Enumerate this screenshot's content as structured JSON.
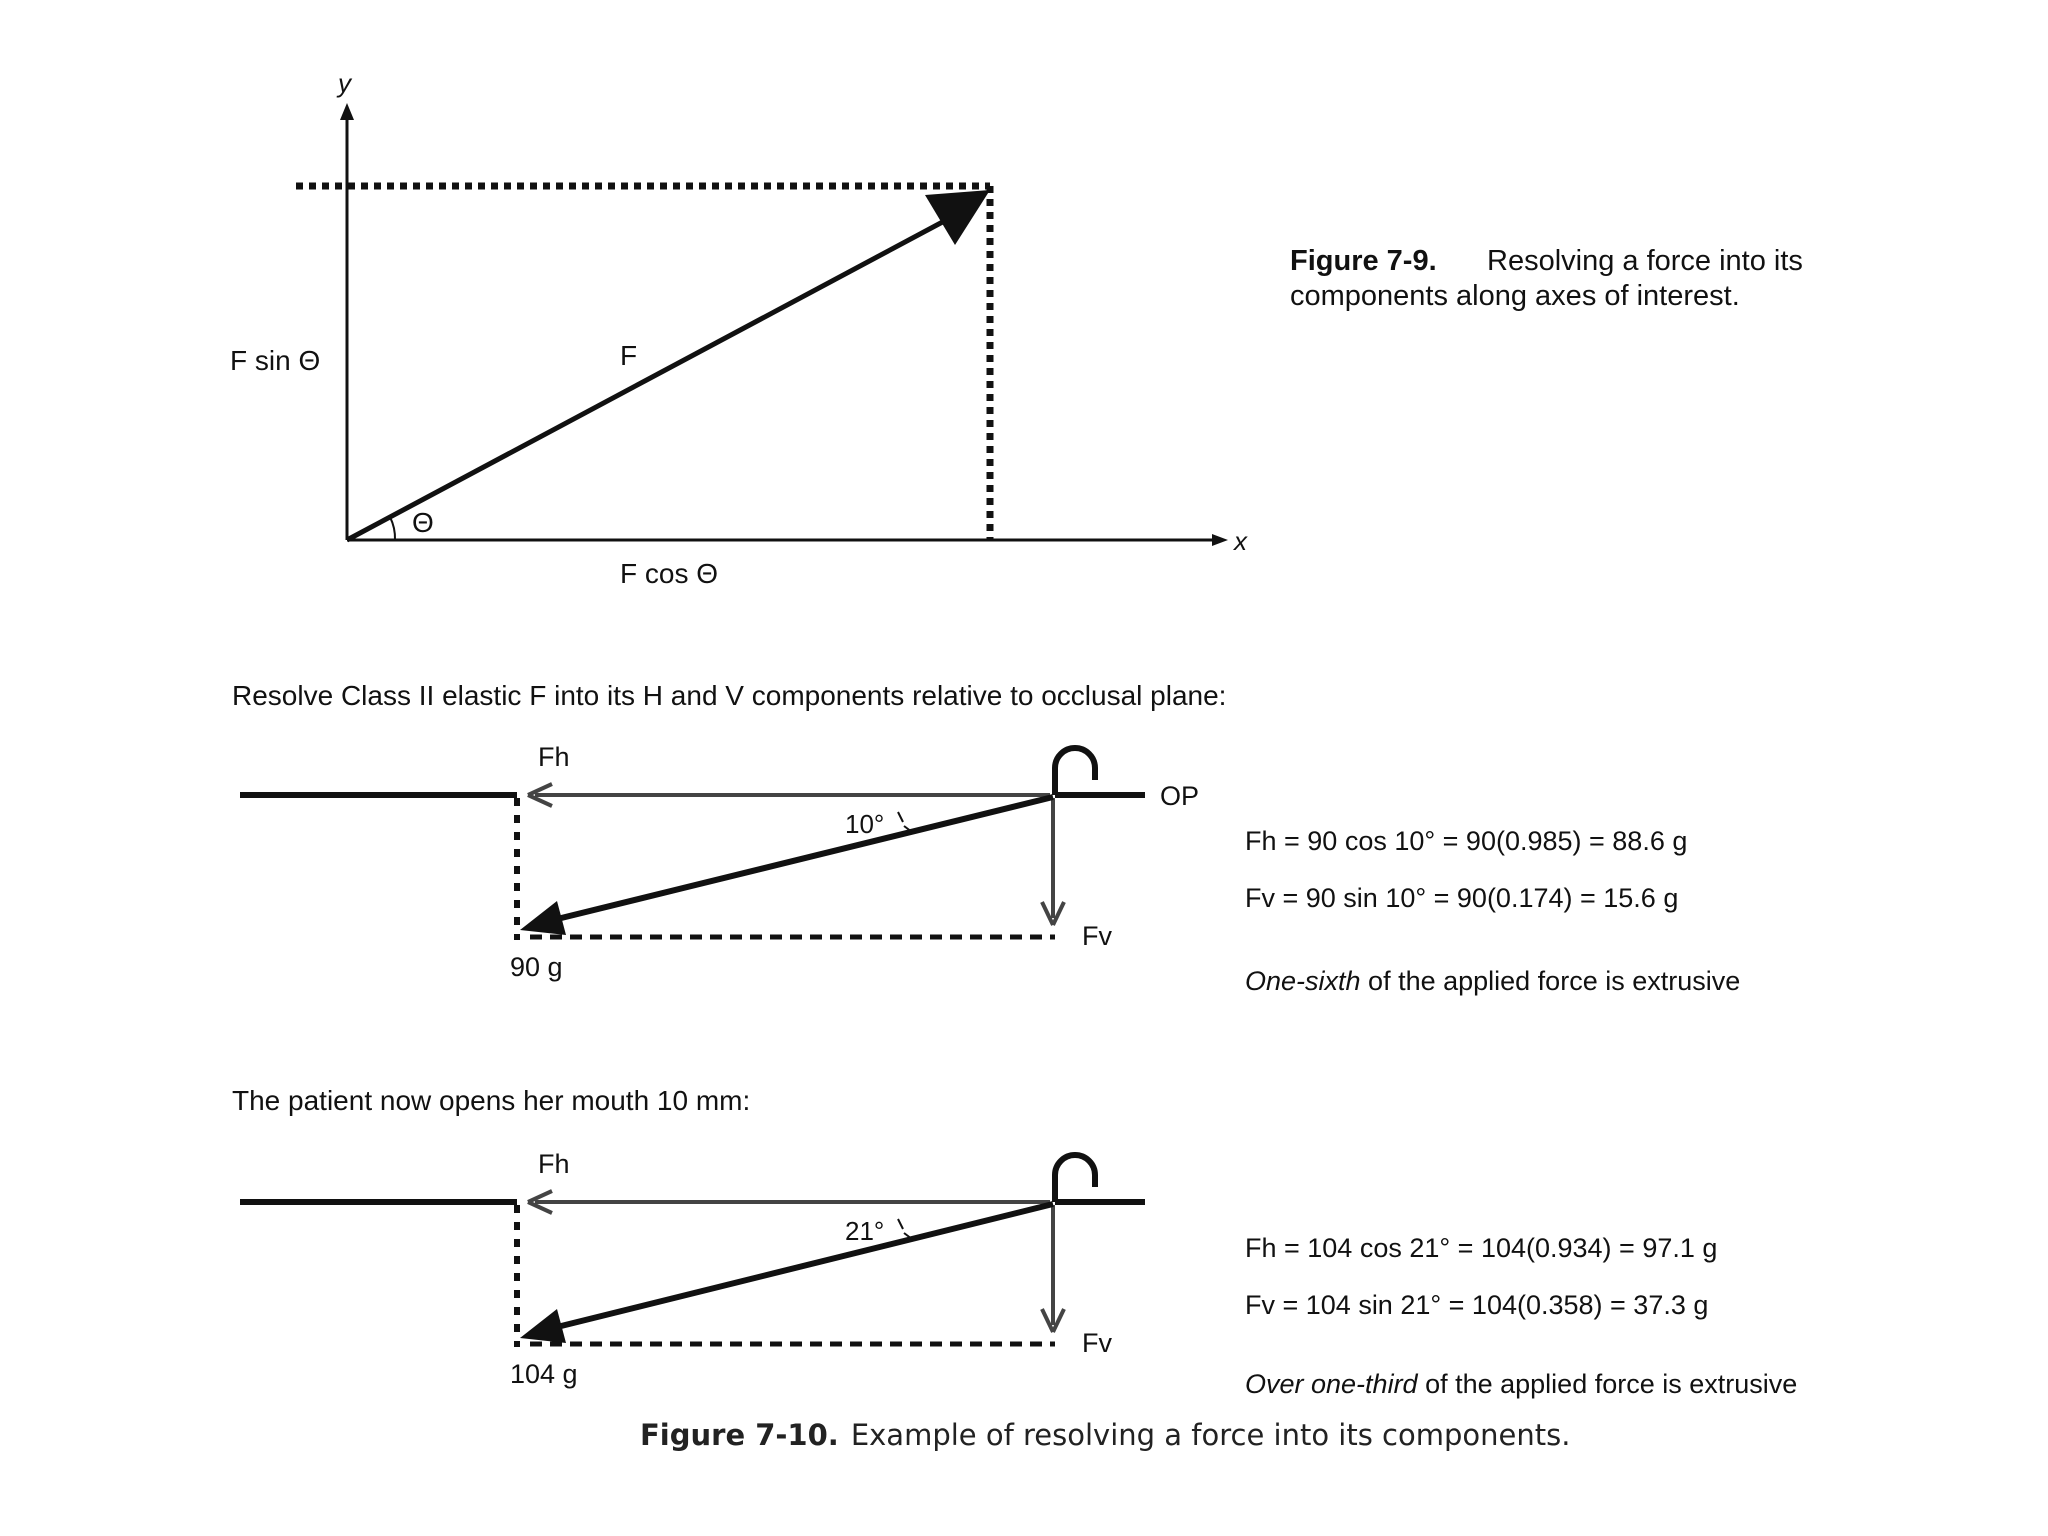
{
  "figure9": {
    "axis_y_label": "y",
    "axis_x_label": "x",
    "vector_label": "F",
    "angle_label": "Θ",
    "vertical_component_label": "F sin Θ",
    "horizontal_component_label": "F cos Θ",
    "caption_number": "Figure 7-9.",
    "caption_line1": "Resolving a force into its",
    "caption_line2": "components along axes of interest."
  },
  "figure10": {
    "intro_text": "Resolve Class II elastic F into its H and V components relative to occlusal plane:",
    "panel1": {
      "fh_label": "Fh",
      "fv_label": "Fv",
      "op_label": "OP",
      "angle_label": "10°",
      "force_label": "90 g",
      "eq_fh": "Fh = 90 cos 10° = 90(0.985) = 88.6 g",
      "eq_fv": "Fv = 90 sin 10° = 90(0.174) = 15.6 g",
      "note_italic": "One-sixth",
      "note_rest": " of the applied force is extrusive"
    },
    "mid_text": "The patient now opens her mouth 10 mm:",
    "panel2": {
      "fh_label": "Fh",
      "fv_label": "Fv",
      "angle_label": "21°",
      "force_label": "104 g",
      "eq_fh": "Fh = 104 cos 21° = 104(0.934) = 97.1 g",
      "eq_fv": "Fv = 104 sin 21° = 104(0.358) = 37.3 g",
      "note_italic": "Over one-third",
      "note_rest": " of the applied force is extrusive"
    },
    "caption_number": "Figure 7-10.",
    "caption_text": "Example of resolving a force into its components."
  }
}
